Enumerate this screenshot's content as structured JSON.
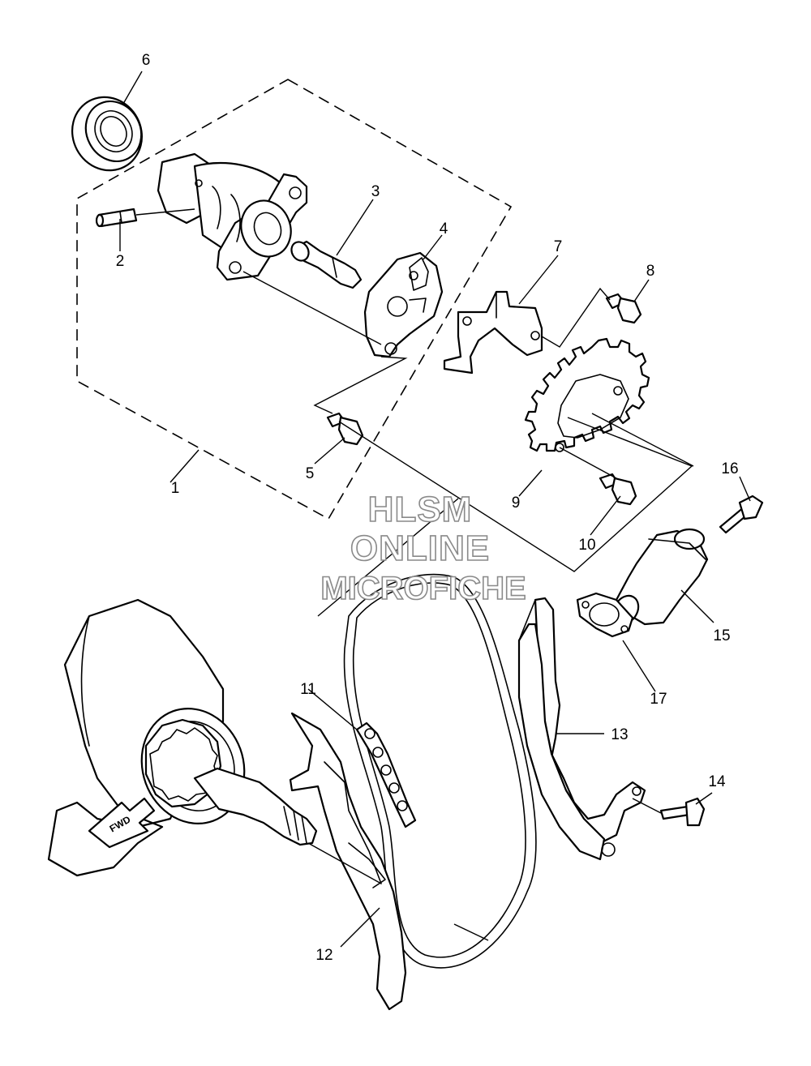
{
  "watermark": {
    "line1": "HLSM",
    "line2": "ONLINE",
    "line3": "MICROFICHE"
  },
  "direction_badge": {
    "label": "FWD",
    "icon": "forward-arrow-icon"
  },
  "callouts": [
    "1",
    "2",
    "3",
    "4",
    "5",
    "6",
    "7",
    "8",
    "9",
    "10",
    "11",
    "12",
    "13",
    "14",
    "15",
    "16",
    "17"
  ],
  "colors": {
    "ink": "#000000",
    "watermark_outline": "#8a8a8a"
  }
}
